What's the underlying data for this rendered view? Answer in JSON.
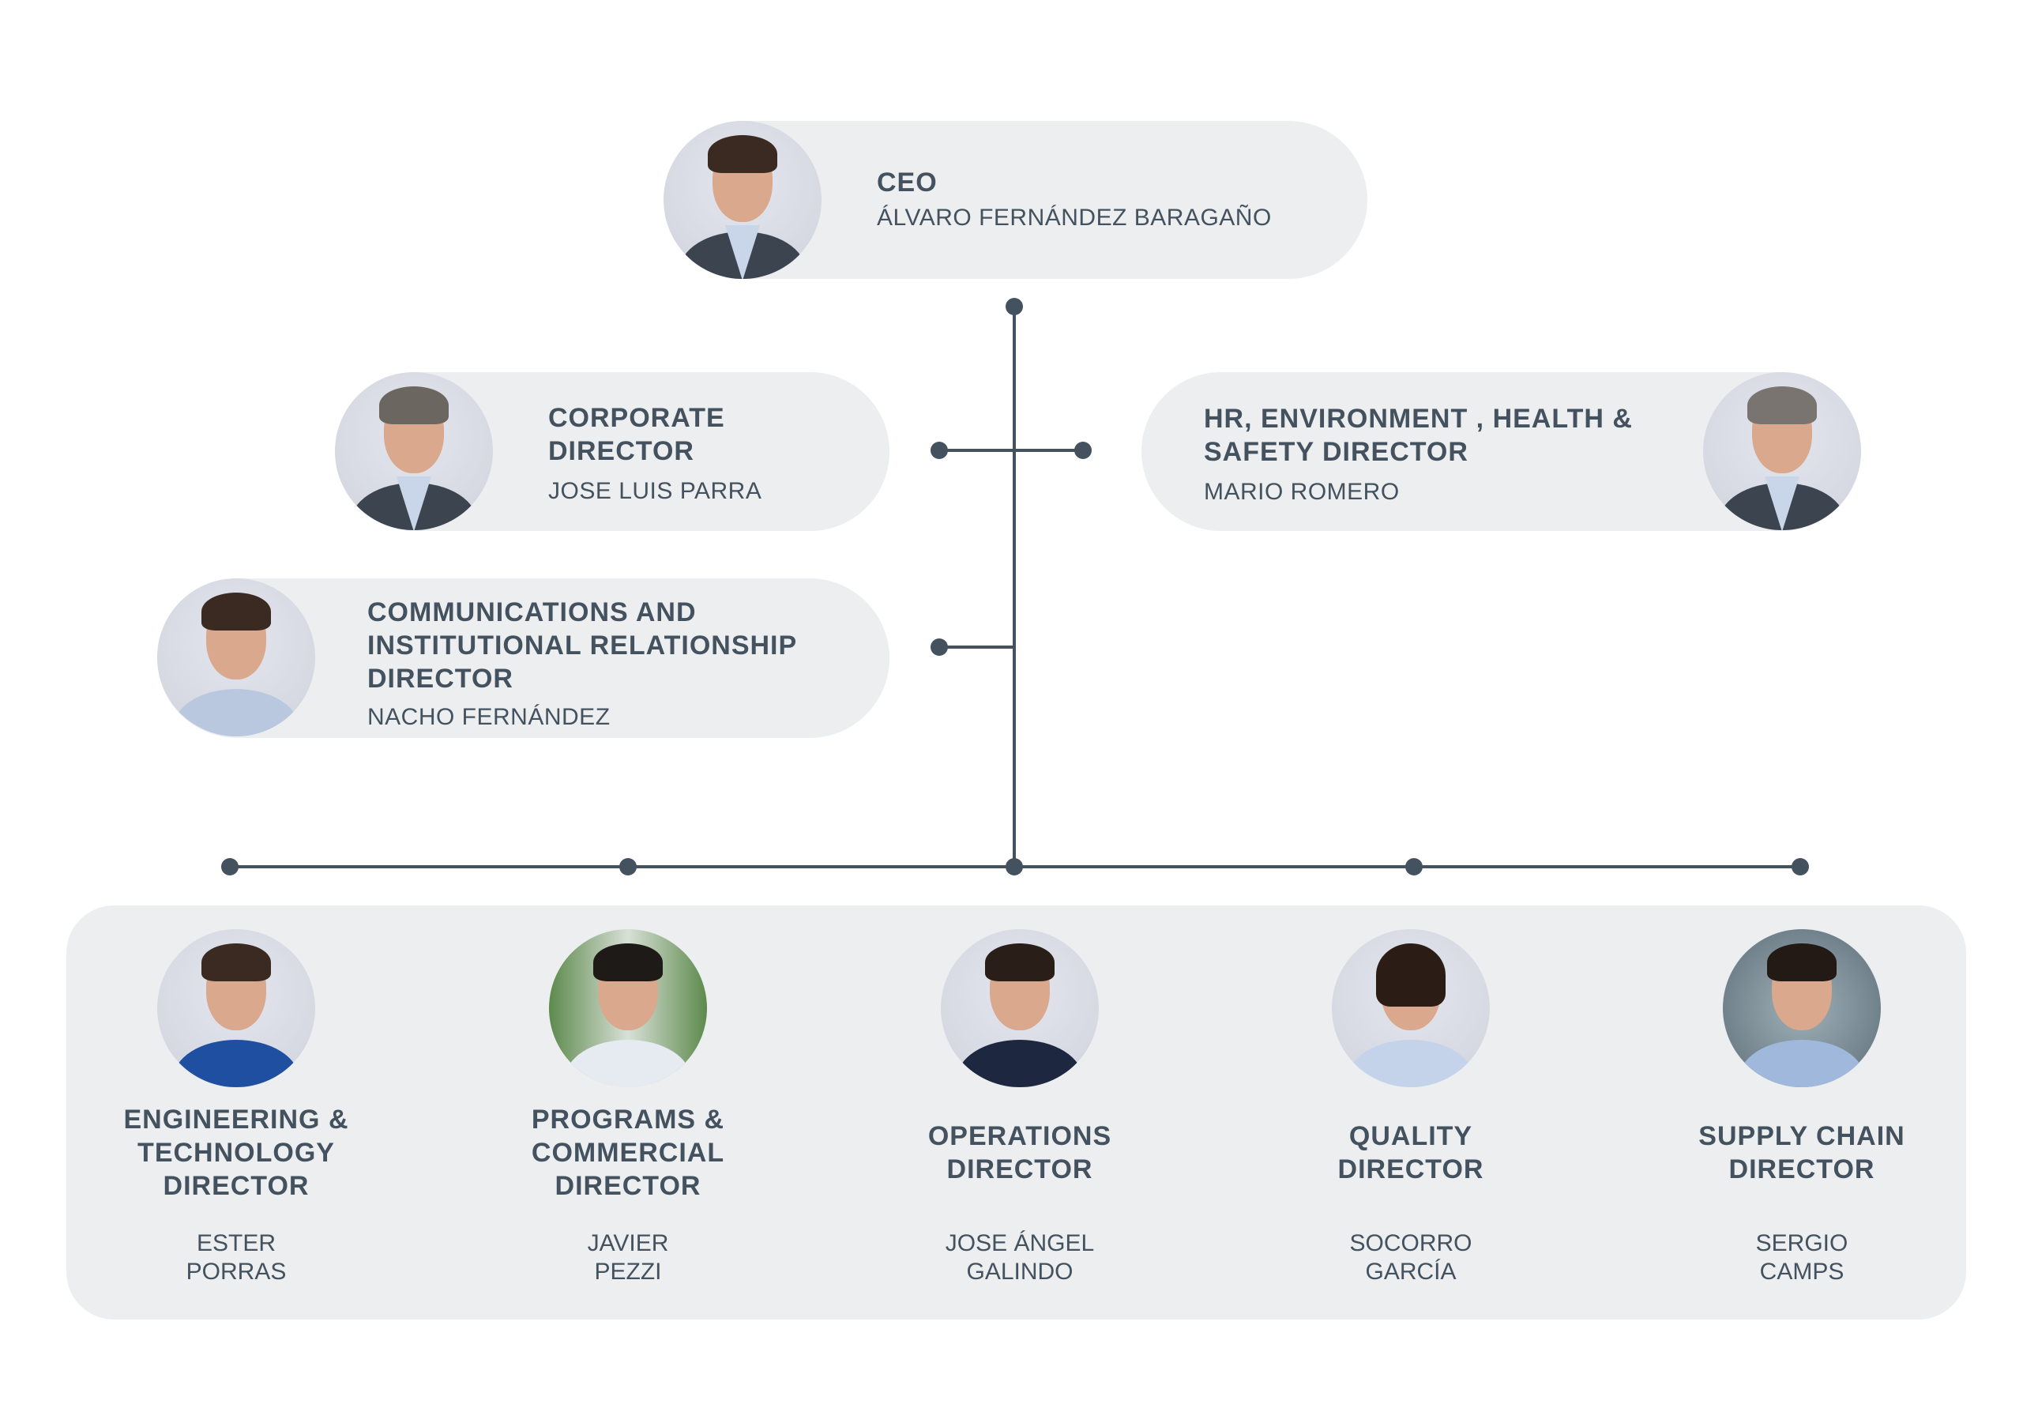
{
  "ceo": {
    "title": "CEO",
    "name": "ÁLVARO FERNÁNDEZ BARAGAÑO"
  },
  "corporate": {
    "title_lines": [
      "CORPORATE",
      "DIRECTOR"
    ],
    "name": "JOSE LUIS PARRA"
  },
  "hr": {
    "title_lines": [
      "HR, ENVIRONMENT , HEALTH &",
      "SAFETY DIRECTOR"
    ],
    "name": "MARIO ROMERO"
  },
  "communications": {
    "title_lines": [
      "COMMUNICATIONS AND",
      "INSTITUTIONAL RELATIONSHIP",
      "DIRECTOR"
    ],
    "name": "NACHO FERNÁNDEZ"
  },
  "directors": [
    {
      "title_lines": [
        "ENGINEERING &",
        "TECHNOLOGY",
        "DIRECTOR"
      ],
      "name_lines": [
        "ESTER",
        "PORRAS"
      ]
    },
    {
      "title_lines": [
        "PROGRAMS &",
        "COMMERCIAL",
        "DIRECTOR"
      ],
      "name_lines": [
        "JAVIER",
        "PEZZI"
      ]
    },
    {
      "title_lines": [
        "OPERATIONS",
        "DIRECTOR"
      ],
      "name_lines": [
        "JOSE ÁNGEL",
        "GALINDO"
      ]
    },
    {
      "title_lines": [
        "QUALITY",
        "DIRECTOR"
      ],
      "name_lines": [
        "SOCORRO",
        "GARCÍA"
      ]
    },
    {
      "title_lines": [
        "SUPPLY CHAIN",
        "DIRECTOR"
      ],
      "name_lines": [
        "SERGIO",
        "CAMPS"
      ]
    }
  ],
  "colors": {
    "text": "#44525f",
    "pill": "#eceef0",
    "line": "#44525f"
  }
}
